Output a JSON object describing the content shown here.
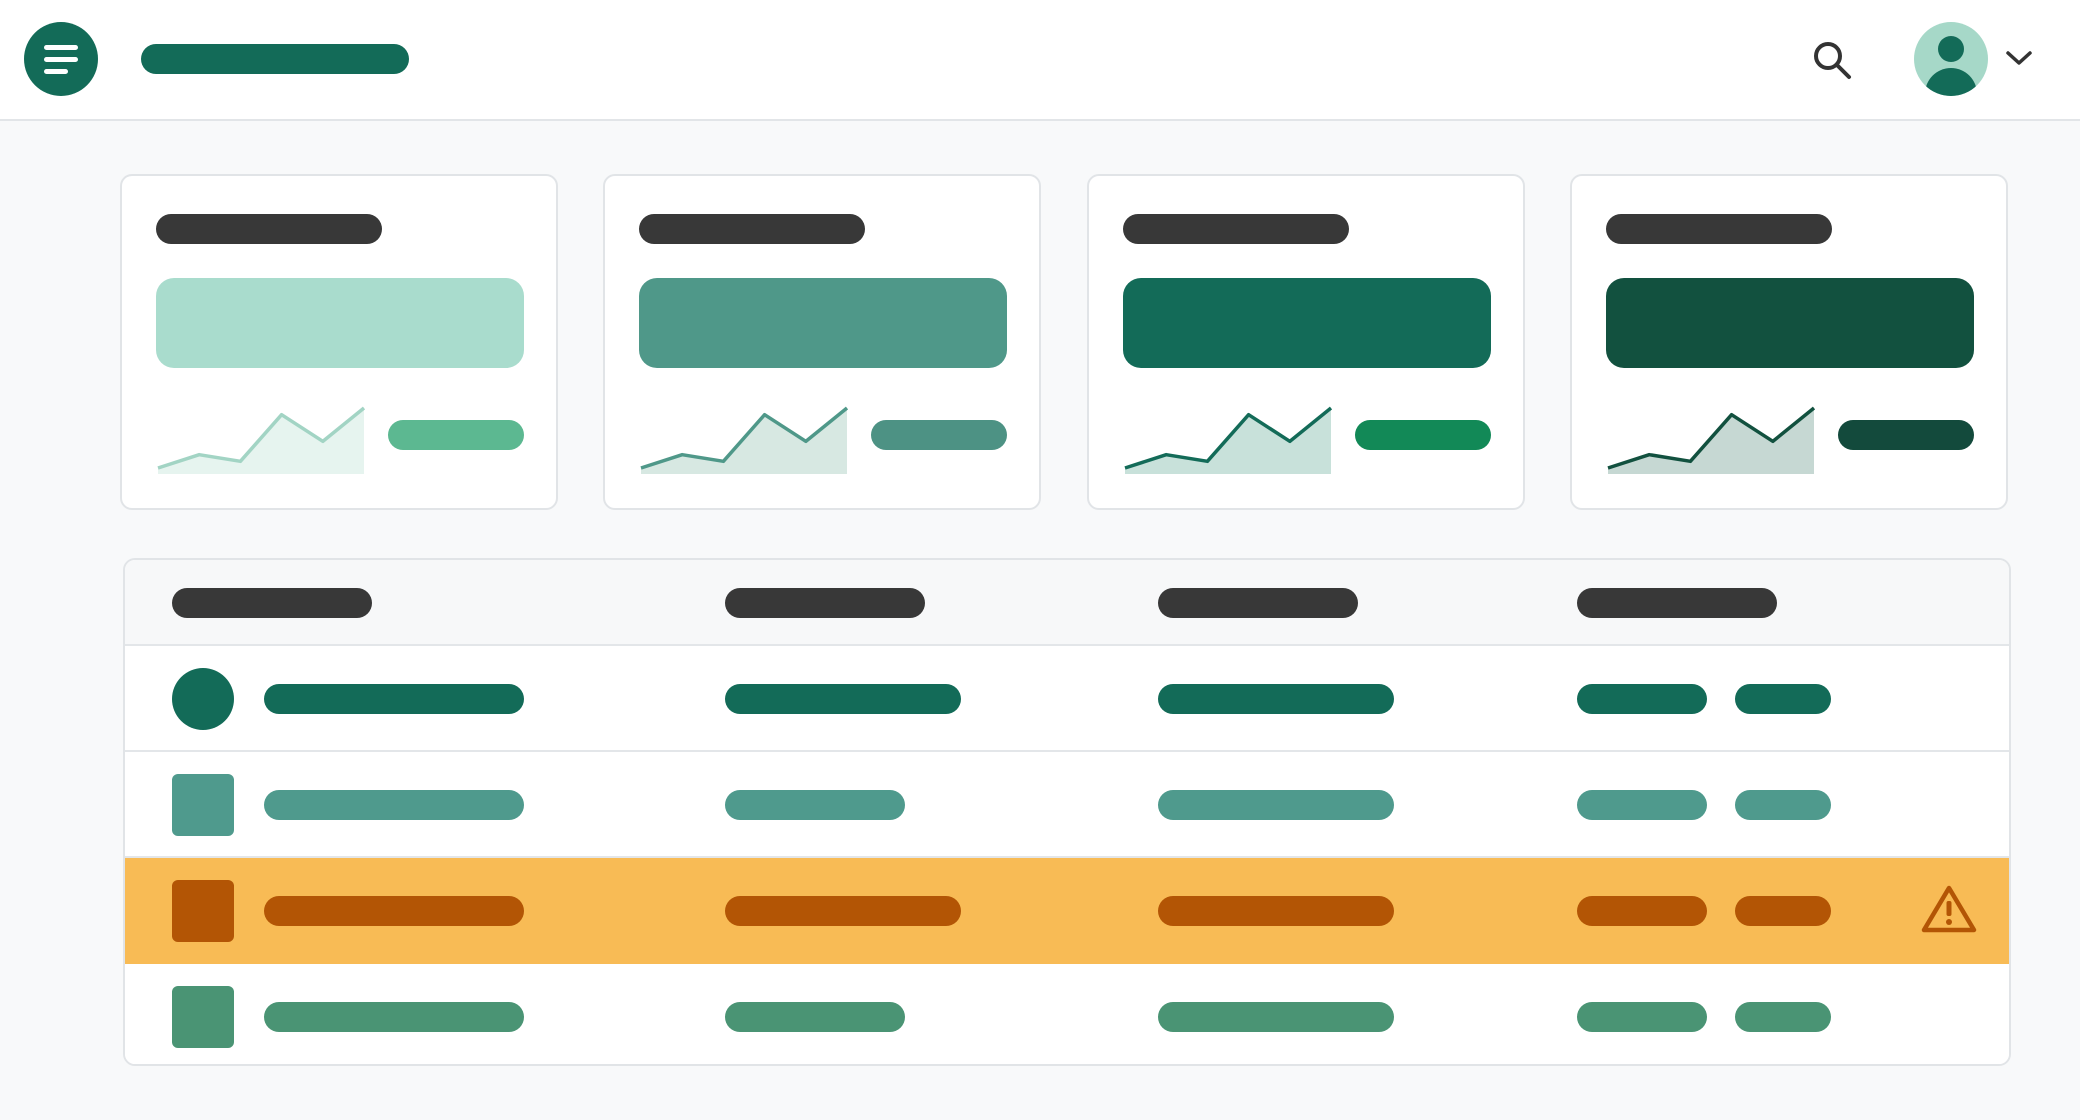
{
  "header": {
    "colors": {
      "brand": "#136b58",
      "avatar_bg": "#a6d8c8"
    },
    "icons": {
      "menu": "hamburger-menu-icon",
      "search": "search-icon",
      "avatar": "user-avatar-icon",
      "chevron": "chevron-down-icon"
    }
  },
  "cards": [
    {
      "value_color": "#a9dccd",
      "spark_line": "#a2d4c4",
      "spark_fill": "#e6f4ef",
      "delta_color": "#5cb891"
    },
    {
      "value_color": "#4f9889",
      "spark_line": "#4f9889",
      "spark_fill": "#d7e8e2",
      "delta_color": "#4d9284"
    },
    {
      "value_color": "#136b58",
      "spark_line": "#136b58",
      "spark_fill": "#c8e1da",
      "delta_color": "#128957"
    },
    {
      "value_color": "#12513f",
      "spark_line": "#12513f",
      "spark_fill": "#c6d8d3",
      "delta_color": "#134a3c"
    }
  ],
  "sparkline_values": [
    2,
    6,
    4,
    18,
    10,
    20
  ],
  "table": {
    "columns": 4,
    "rows": [
      {
        "shape": "circle",
        "color": "#136b58",
        "status": "normal"
      },
      {
        "shape": "square",
        "color": "#4f9a8d",
        "status": "normal"
      },
      {
        "shape": "square",
        "color": "#b35505",
        "status": "warning",
        "row_bg": "#f8bb55",
        "icon": "warning-triangle-icon"
      },
      {
        "shape": "square",
        "color": "#4a9474",
        "status": "normal"
      }
    ]
  }
}
